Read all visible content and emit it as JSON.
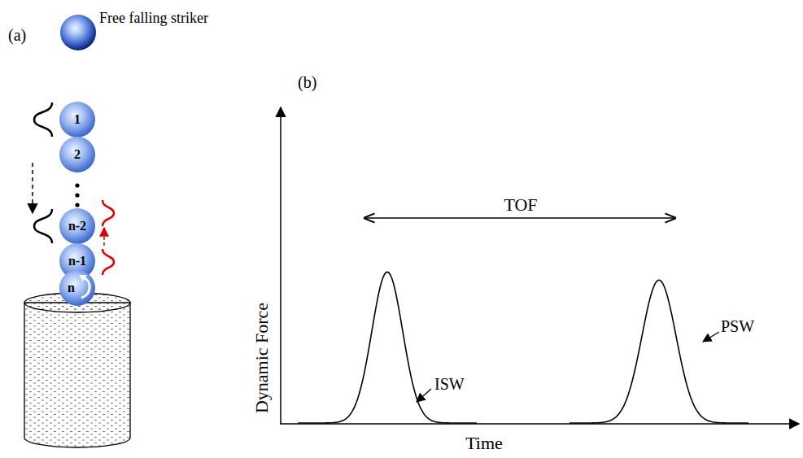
{
  "diagram": {
    "nodes": [
      {
        "text": [
          "1"
        ]
      },
      {
        "text": [
          "2"
        ]
      },
      {
        "text": [
          "n-2"
        ]
      },
      {
        "text": [
          "n-1"
        ]
      },
      {
        "text": [
          "n"
        ]
      }
    ],
    "labels": [
      "(a)",
      "Free falling striker",
      "(b)",
      "TOF",
      "ISW",
      "PSW",
      "Dynamic Force",
      "Time"
    ]
  }
}
